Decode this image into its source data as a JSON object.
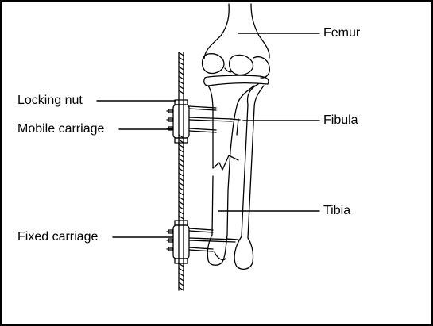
{
  "labels": {
    "locking_nut": "Locking nut",
    "mobile_carriage": "Mobile carriage",
    "fixed_carriage": "Fixed carriage",
    "femur": "Femur",
    "fibula": "Fibula",
    "tibia": "Tibia"
  },
  "colors": {
    "line": "#000000",
    "background": "#ffffff"
  }
}
